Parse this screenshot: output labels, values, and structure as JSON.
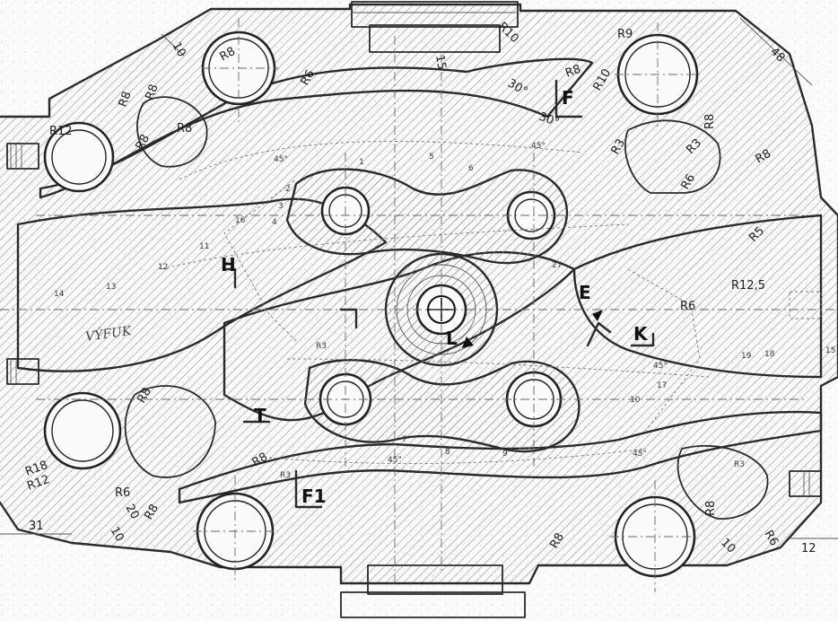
{
  "drawing": {
    "section_letters": [
      "F",
      "F1",
      "H",
      "T",
      "E",
      "K",
      "L"
    ],
    "handwritten_note": "VÝFUK",
    "dimensions": {
      "radii": [
        "R10",
        "R9",
        "R10",
        "R8",
        "R8",
        "R6",
        "R8",
        "R8",
        "R8",
        "R3",
        "R8",
        "R3",
        "R6",
        "R10",
        "R8",
        "R6",
        "R8",
        "R12,5",
        "R6",
        "R8",
        "R3",
        "R6",
        "R8",
        "R8",
        "R3",
        "R8",
        "R8",
        "R3",
        "R8",
        "R3",
        "R5"
      ],
      "radius_labels": {
        "top_mid": "R10",
        "top_right": "R9",
        "right_boss": "R10",
        "upper_left_a": "R8",
        "upper_left_b": "R6",
        "upper_left_c": "R8",
        "upper_left_d": "R8",
        "left_boss": "R12",
        "left_pocket_a": "R8",
        "left_pocket_b": "R8",
        "upper_right_a": "R8",
        "upper_right_b": "R8",
        "upper_right_c": "R6",
        "upper_right_d": "R3",
        "upper_right_e": "R3",
        "right_edge": "R8",
        "right_port": "R12,5",
        "right_port_b": "R6",
        "right_port_c": "R5",
        "lower_left_a": "R8",
        "lower_left_b": "R18",
        "lower_left_c": "R12",
        "lower_left_d": "R6",
        "lower_left_e": "R8",
        "lower_mid_a": "R8",
        "lower_mid_b": "R3",
        "lower_right_a": "R8",
        "lower_right_b": "R3",
        "lower_right_c": "R8",
        "lower_right_d": "R6",
        "center_r3": "R3"
      },
      "angles": {
        "a1": "30°",
        "a2": "30°",
        "a3": "45°",
        "a4": "45°",
        "a5": "45°",
        "a6": "45°",
        "a7": "45°"
      },
      "lengths": {
        "top_right": "48",
        "left_width": "31",
        "right_width": "12",
        "top_left": "10",
        "rib_top": "15",
        "lower_left": "10",
        "lower_left2": "20",
        "lower_right": "10",
        "center_small": "27"
      }
    },
    "station_numbers": [
      "1",
      "2",
      "3",
      "4",
      "5",
      "6",
      "7",
      "8",
      "9",
      "10",
      "11",
      "12",
      "13",
      "14",
      "15",
      "16",
      "17",
      "18",
      "19"
    ],
    "colors": {
      "line": "#2a2a2a",
      "hatch": "#8a8a8a",
      "paper": "#fbfbf9"
    }
  }
}
